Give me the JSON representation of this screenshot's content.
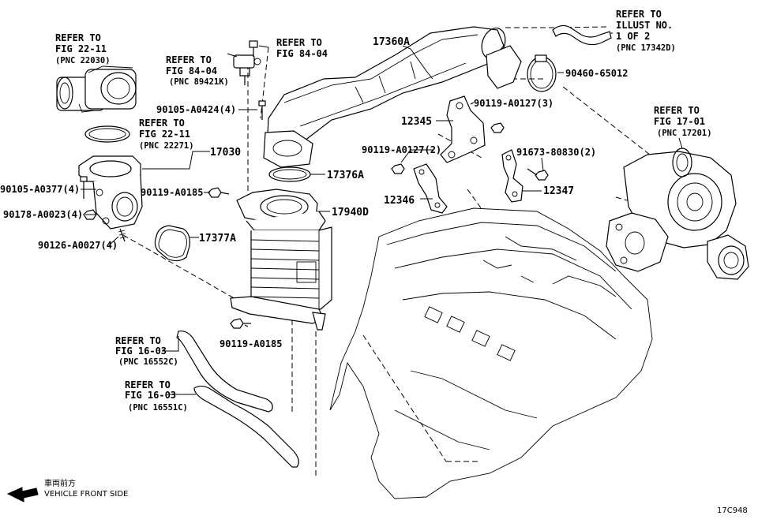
{
  "refs": {
    "throttle": [
      "REFER TO",
      "FIG 22-11",
      "(PNC 22030)"
    ],
    "gasket_ref": [
      "REFER TO",
      "FIG 22-11",
      "(PNC 22271)"
    ],
    "sensor_a": [
      "REFER TO",
      "FIG 84-04"
    ],
    "sensor_b": [
      "REFER TO",
      "FIG 84-04",
      "(PNC 89421K)"
    ],
    "hose_top": [
      "REFER TO",
      "ILLUST NO.",
      "1 OF 2",
      "(PNC 17342D)"
    ],
    "turbo": [
      "REFER TO",
      "FIG 17-01",
      "(PNC 17201)"
    ],
    "hose_c": [
      "REFER TO",
      "FIG 16-03",
      "(PNC 16552C)"
    ],
    "hose_d": [
      "REFER TO",
      "FIG 16-03",
      "(PNC 16551C)"
    ]
  },
  "parts": {
    "p17360A": "17360A",
    "p90460": "90460-65012",
    "p12345": "12345",
    "p90119_3": "90119-A0127(3)",
    "p90119_2": "90119-A0127(2)",
    "p91673": "91673-80830(2)",
    "p12346": "12346",
    "p12347": "12347",
    "p90105_A0424": "90105-A0424(4)",
    "p17030": "17030",
    "p17376A": "17376A",
    "p90105_A0377": "90105-A0377(4)",
    "p90119_A0185a": "90119-A0185",
    "p17940D": "17940D",
    "p90178": "90178-A0023(4)",
    "p17377A": "17377A",
    "p90126": "90126-A0027(4)",
    "p90119_A0185b": "90119-A0185"
  },
  "footer": {
    "direction_jp": "車両前方",
    "direction_en": "VEHICLE FRONT SIDE",
    "illus_code": "17C948"
  }
}
